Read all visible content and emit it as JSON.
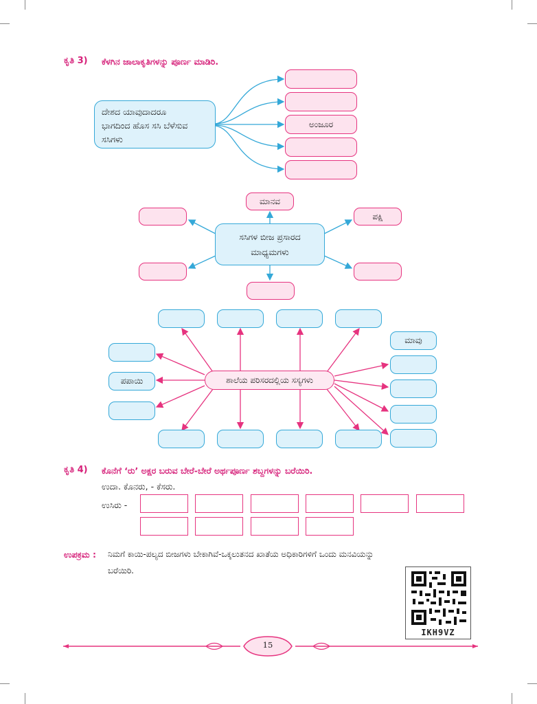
{
  "task3": {
    "label": "ಕೃತಿ 3)",
    "instruction": "ಕೆಳಗಿನ ಜಾಲಾಕೃತಿಗಳನ್ನು ಪೂರ್ಣ ಮಾಡಿರಿ.",
    "diagram1": {
      "source_text": "ದೇಶದ ಯಾವುದಾದರೂ ಭಾಗದಿಂದ ಹೊಸ ಸಸಿ ಬೆಳೆಸುವ ಸಸಿಗಳು",
      "source_line1": "ದೇಶದ ಯಾವುದಾದರೂ",
      "source_line2": "ಭಾಗದಿಂದ ಹೊಸ ಸಸಿ ಬೆಳೆಸುವ",
      "source_line3": "ಸಸಿಗಳು",
      "filled_box": "ಅಂಜೂರ"
    },
    "diagram2": {
      "center_line1": "ಸಸಿಗಳ ಬೀಜ ಪ್ರಸಾರದ",
      "center_line2": "ಮಾಧ್ಯಮಗಳು",
      "top_box": "ಮಾನವ",
      "right_top_box": "ಪಕ್ಷಿ"
    },
    "diagram3": {
      "center": "ಶಾಲೆಯ ಪರಿಸರದಲ್ಲಿಯ ಸಸ್ಯಗಳು",
      "left_box": "ಪಪಾಯಿ",
      "right_top_box": "ಮಾವು"
    }
  },
  "task4": {
    "label": "ಕೃತಿ 4)",
    "instruction": "ಕೊನೆಗೆ ‘ರು’ ಅಕ್ಷರ ಬರುವ ಬೇರೆ-ಬೇರೆ ಅರ್ಥಪೂರ್ಣ ಶಬ್ದಗಳನ್ನು ಬರೆಯಿರಿ.",
    "example": "ಉದಾ. ಕೊನರು, - ಕೆಸರು.",
    "word": "ಉಸಿರು -"
  },
  "activity": {
    "label": "ಉಪಕ್ರಮ :",
    "line1": "ನಿಮಗೆ ಕಾಯಿ-ಪಲ್ಯದ ಬೀಜಗಳು ಬೇಕಾಗಿವೆ-ಒಕ್ಕಲುತನದ ಖಾತೆಯ ಅಧಿಕಾರಿಗಳಿಗೆ ಒಂದು ಮನವಿಯನ್ನು",
    "line2": "ಬರೆಯಿರಿ."
  },
  "qr": {
    "code": "IKH9VZ"
  },
  "footer": {
    "page_number": "15"
  },
  "colors": {
    "magenta": "#e6337f",
    "cyan": "#34a8d8",
    "pink_fill": "#fde3ee",
    "blue_fill": "#def2fb"
  }
}
